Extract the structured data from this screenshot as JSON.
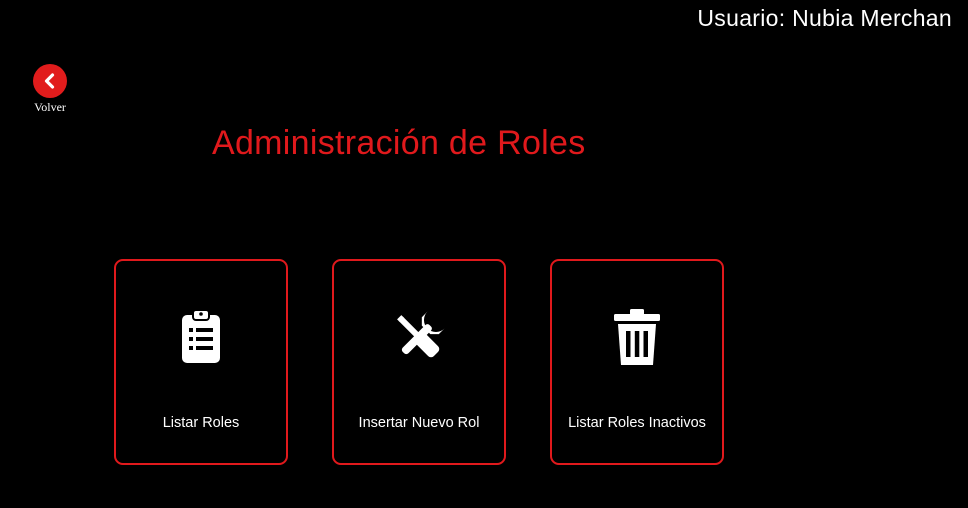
{
  "header": {
    "user_label": "Usuario: Nubia Merchan"
  },
  "back": {
    "label": "Volver",
    "icon": "chevron-left-icon"
  },
  "page": {
    "title": "Administración de Roles"
  },
  "cards": [
    {
      "label": "Listar Roles",
      "icon": "clipboard-list-icon"
    },
    {
      "label": "Insertar Nuevo Rol",
      "icon": "tools-icon"
    },
    {
      "label": "Listar Roles Inactivos",
      "icon": "trash-icon"
    }
  ],
  "colors": {
    "accent": "#e0191c",
    "background": "#000000",
    "text": "#ffffff"
  }
}
